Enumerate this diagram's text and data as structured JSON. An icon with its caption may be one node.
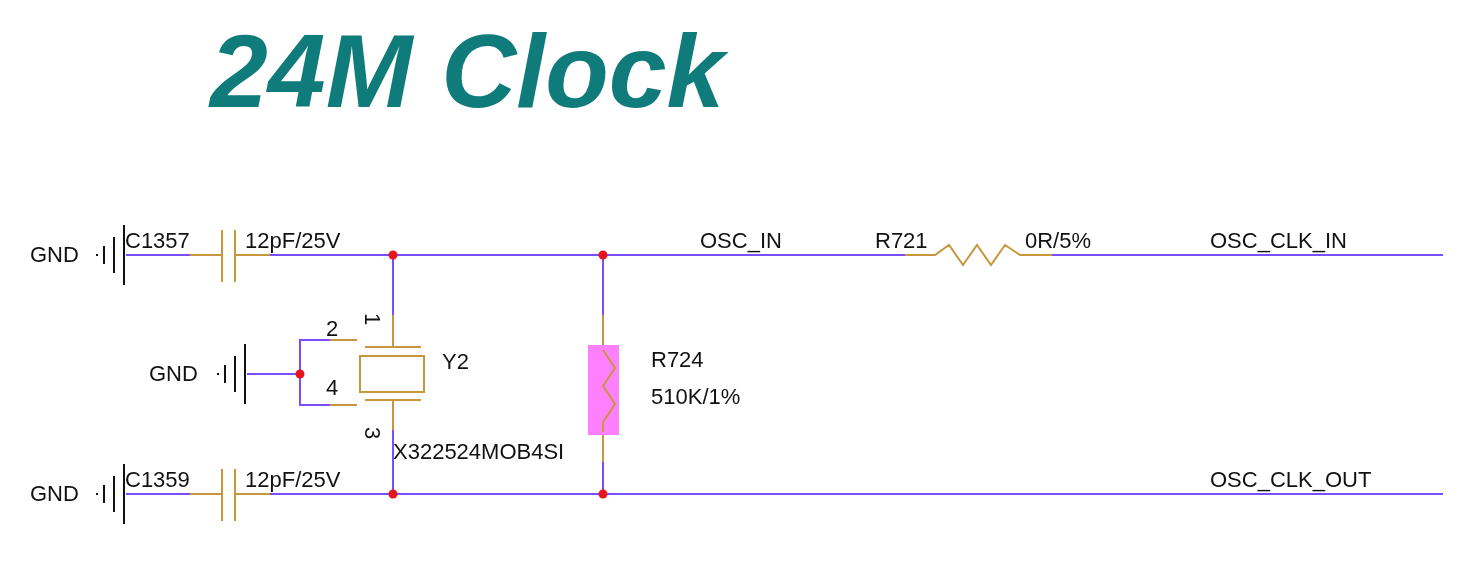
{
  "diagram": {
    "title": "24M Clock",
    "nodes": [
      {
        "text": [
          "GND"
        ]
      },
      {
        "text": [],
        "shape": "capacitor"
      },
      {
        "text": [],
        "shape": "resistor"
      },
      {
        "text": [
          "GND"
        ]
      },
      {
        "text": [],
        "shape": "crystal"
      },
      {
        "text": [],
        "shape": "resistor"
      },
      {
        "text": [
          "GND"
        ]
      },
      {
        "text": [],
        "shape": "capacitor"
      }
    ],
    "edges": [
      {
        "from": 0,
        "to": 1,
        "arrow": "none"
      },
      {
        "from": 1,
        "to": 4,
        "arrow": "none"
      },
      {
        "from": 1,
        "to": 5,
        "arrow": "none"
      },
      {
        "from": 1,
        "to": 2,
        "arrow": "none",
        "label": "OSC_IN"
      },
      {
        "from": 2,
        "to": null,
        "arrow": "none",
        "label": "OSC_CLK_IN"
      },
      {
        "from": 3,
        "to": 4,
        "arrow": "none"
      },
      {
        "from": 6,
        "to": 7,
        "arrow": "none"
      },
      {
        "from": 7,
        "to": 4,
        "arrow": "none"
      },
      {
        "from": 7,
        "to": 5,
        "arrow": "none"
      },
      {
        "from": 7,
        "to": null,
        "arrow": "none",
        "label": "OSC_CLK_OUT"
      }
    ],
    "labels": [
      "C1357",
      "12pF/25V",
      "R721",
      "0R/5%",
      "1",
      "2",
      "Y2",
      "R724",
      "510K/1%",
      "4",
      "3",
      "X322524MOB4SI",
      "C1359",
      "12pF/25V"
    ]
  }
}
